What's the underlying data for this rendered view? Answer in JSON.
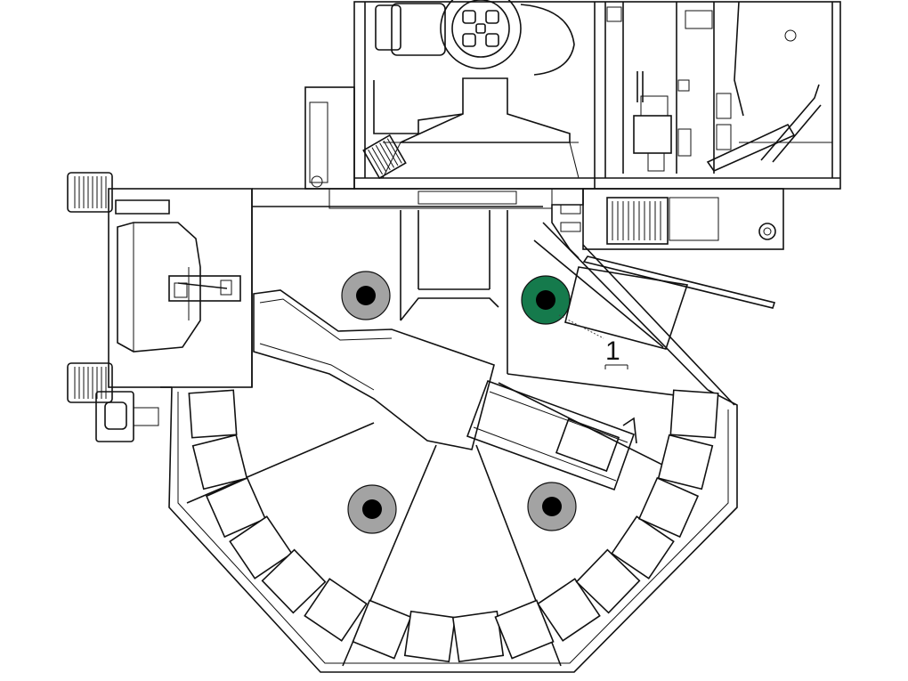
{
  "callout": {
    "label": "1"
  },
  "colors": {
    "background": "#ffffff",
    "line": "#111111",
    "marker_default_fill": "#a3a3a3",
    "marker_highlight_fill": "#157a4c",
    "marker_hole": "#000000"
  },
  "markers": [
    {
      "id": "position-top-left",
      "highlighted": false
    },
    {
      "id": "position-top-right",
      "highlighted": true
    },
    {
      "id": "position-bottom-left",
      "highlighted": false
    },
    {
      "id": "position-bottom-right",
      "highlighted": false
    }
  ]
}
